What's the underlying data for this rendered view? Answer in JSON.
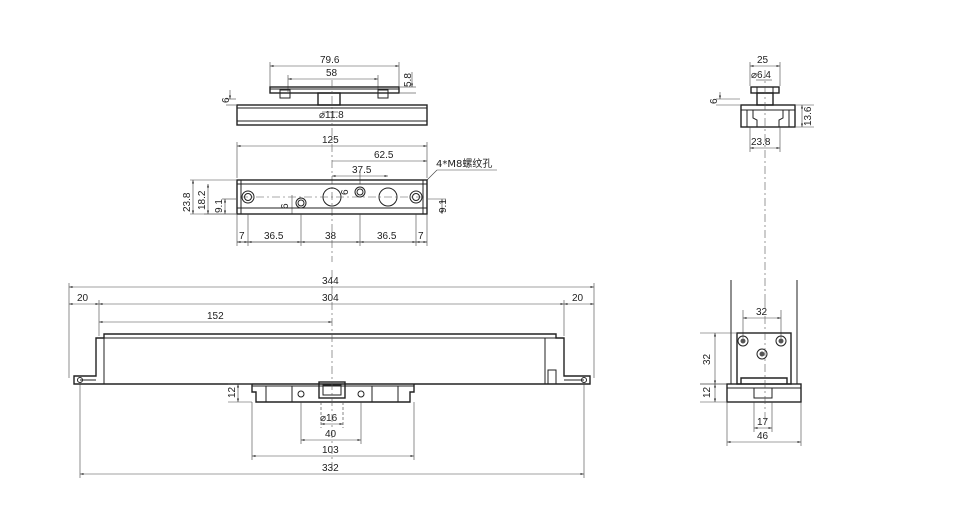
{
  "drawing": {
    "note": "4*M8螺纹孔",
    "top_bracket": {
      "w_outer": "79.6",
      "w_inner": "58",
      "h_flange": "5.8",
      "h_base": "6",
      "bore": "⌀11.8"
    },
    "plate": {
      "width": "125",
      "half": "62.5",
      "offset": "37.5",
      "dh_mid": "6",
      "height": "23.8",
      "h2": "18.2",
      "left_edge": "9.1",
      "left_hole_dy": "6",
      "right_edge": "9.1",
      "spacing": [
        "7",
        "36.5",
        "38",
        "36.5",
        "7"
      ]
    },
    "body": {
      "overall": "344",
      "left_end": "20",
      "span": "304",
      "right_end": "20",
      "half_span": "152",
      "bottom_h": "12",
      "pin": "⌀16",
      "pin_span": "40",
      "base_w": "103",
      "total": "332"
    },
    "side_top": {
      "width": "25",
      "bore": "⌀6.4",
      "h_base": "6",
      "h_total": "13.6",
      "w_base": "23.8"
    },
    "side_bottom": {
      "hole_span": "32",
      "height": "32",
      "bottom_h": "12",
      "pin_w": "17",
      "base_w": "46"
    }
  }
}
